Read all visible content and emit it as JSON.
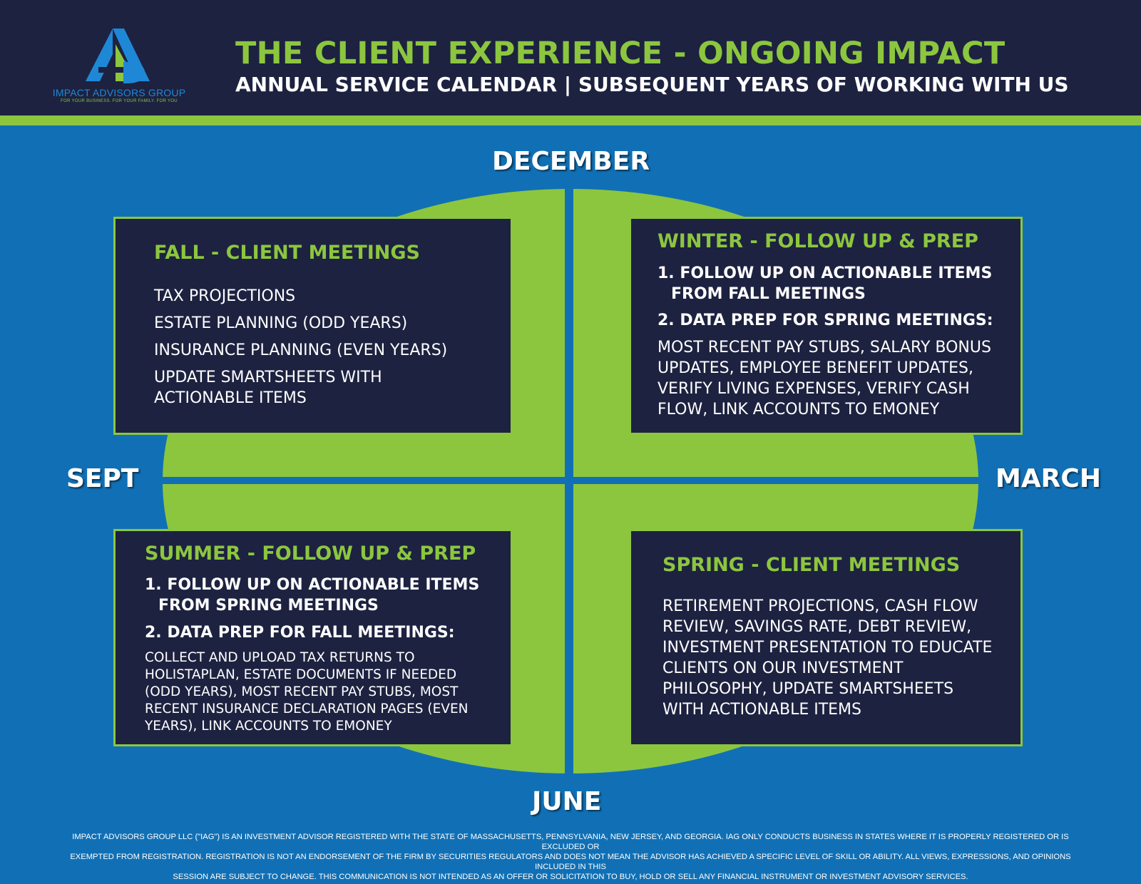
{
  "logo": {
    "name": "IMPACT ADVISORS GROUP",
    "tagline": "FOR YOUR BUSINESS. FOR YOUR FAMILY. FOR YOU"
  },
  "header": {
    "title": "THE CLIENT EXPERIENCE - ONGOING IMPACT",
    "subtitle": "ANNUAL SERVICE CALENDAR | SUBSEQUENT YEARS OF WORKING WITH US"
  },
  "months": {
    "top": "DECEMBER",
    "left": "SEPT",
    "right": "MARCH",
    "bottom": "JUNE"
  },
  "fall": {
    "title": "FALL - CLIENT MEETINGS",
    "lines": [
      "TAX PROJECTIONS",
      "ESTATE PLANNING (ODD YEARS)",
      "INSURANCE PLANNING (EVEN YEARS)",
      "UPDATE SMARTSHEETS WITH",
      "ACTIONABLE ITEMS"
    ]
  },
  "winter": {
    "title": "WINTER - FOLLOW UP & PREP",
    "step1_line1": "1. FOLLOW UP ON ACTIONABLE ITEMS",
    "step1_line2": "FROM FALL MEETINGS",
    "step2": "2. DATA PREP FOR SPRING MEETINGS:",
    "lines": [
      "MOST RECENT PAY STUBS, SALARY BONUS",
      "UPDATES, EMPLOYEE BENEFIT UPDATES,",
      "VERIFY LIVING EXPENSES, VERIFY CASH",
      "FLOW, LINK ACCOUNTS TO EMONEY"
    ]
  },
  "summer": {
    "title": "SUMMER - FOLLOW UP & PREP",
    "step1_line1": "1. FOLLOW UP ON ACTIONABLE ITEMS",
    "step1_line2": "FROM SPRING MEETINGS",
    "step2": "2. DATA PREP FOR FALL MEETINGS:",
    "lines": [
      "COLLECT AND UPLOAD TAX RETURNS TO",
      "HOLISTAPLAN, ESTATE DOCUMENTS IF NEEDED",
      "(ODD YEARS), MOST RECENT PAY STUBS, MOST",
      "RECENT INSURANCE DECLARATION PAGES (EVEN",
      "YEARS), LINK ACCOUNTS TO EMONEY"
    ]
  },
  "spring": {
    "title": "SPRING - CLIENT MEETINGS",
    "lines": [
      "RETIREMENT PROJECTIONS, CASH FLOW",
      "REVIEW, SAVINGS RATE, DEBT REVIEW,",
      "INVESTMENT PRESENTATION TO EDUCATE",
      "CLIENTS ON OUR INVESTMENT",
      "PHILOSOPHY, UPDATE SMARTSHEETS",
      "WITH ACTIONABLE ITEMS"
    ]
  },
  "disclaimer": {
    "line1": "IMPACT ADVISORS GROUP LLC (\"IAG\") IS AN INVESTMENT ADVISOR REGISTERED WITH THE STATE OF MASSACHUSETTS, PENNSYLVANIA, NEW JERSEY, AND GEORGIA. IAG ONLY CONDUCTS BUSINESS IN STATES WHERE IT IS PROPERLY REGISTERED OR IS EXCLUDED OR",
    "line2": "EXEMPTED FROM REGISTRATION. REGISTRATION IS NOT AN ENDORSEMENT OF THE FIRM BY SECURITIES REGULATORS AND DOES NOT MEAN THE ADVISOR HAS ACHIEVED A SPECIFIC LEVEL OF SKILL OR ABILITY. ALL VIEWS, EXPRESSIONS, AND OPINIONS INCLUDED IN THIS",
    "line3": "SESSION ARE SUBJECT TO CHANGE. THIS COMMUNICATION IS NOT INTENDED AS AN OFFER OR SOLICITATION TO BUY, HOLD OR SELL ANY FINANCIAL INSTRUMENT OR INVESTMENT ADVISORY SERVICES."
  },
  "colors": {
    "navy": "#1d2240",
    "blue": "#1170b5",
    "green": "#8cc63f",
    "white": "#ffffff"
  }
}
